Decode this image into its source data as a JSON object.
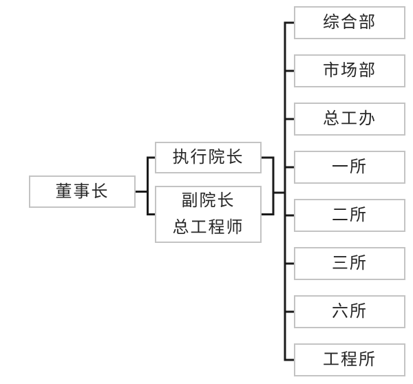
{
  "diagram": {
    "type": "org-chart",
    "colors": {
      "background": "#ffffff",
      "box_border": "#c3c3c3",
      "connector_line": "#1a1a1a",
      "text": "#262626"
    },
    "root": {
      "label": "董事长"
    },
    "level2": [
      {
        "label": "执行院长"
      },
      {
        "label_lines": [
          "副院长",
          "总工程师"
        ]
      }
    ],
    "level3": [
      {
        "label": "综合部"
      },
      {
        "label": "市场部"
      },
      {
        "label": "总工办"
      },
      {
        "label": "一所"
      },
      {
        "label": "二所"
      },
      {
        "label": "三所"
      },
      {
        "label": "六所"
      },
      {
        "label": "工程所"
      }
    ]
  }
}
